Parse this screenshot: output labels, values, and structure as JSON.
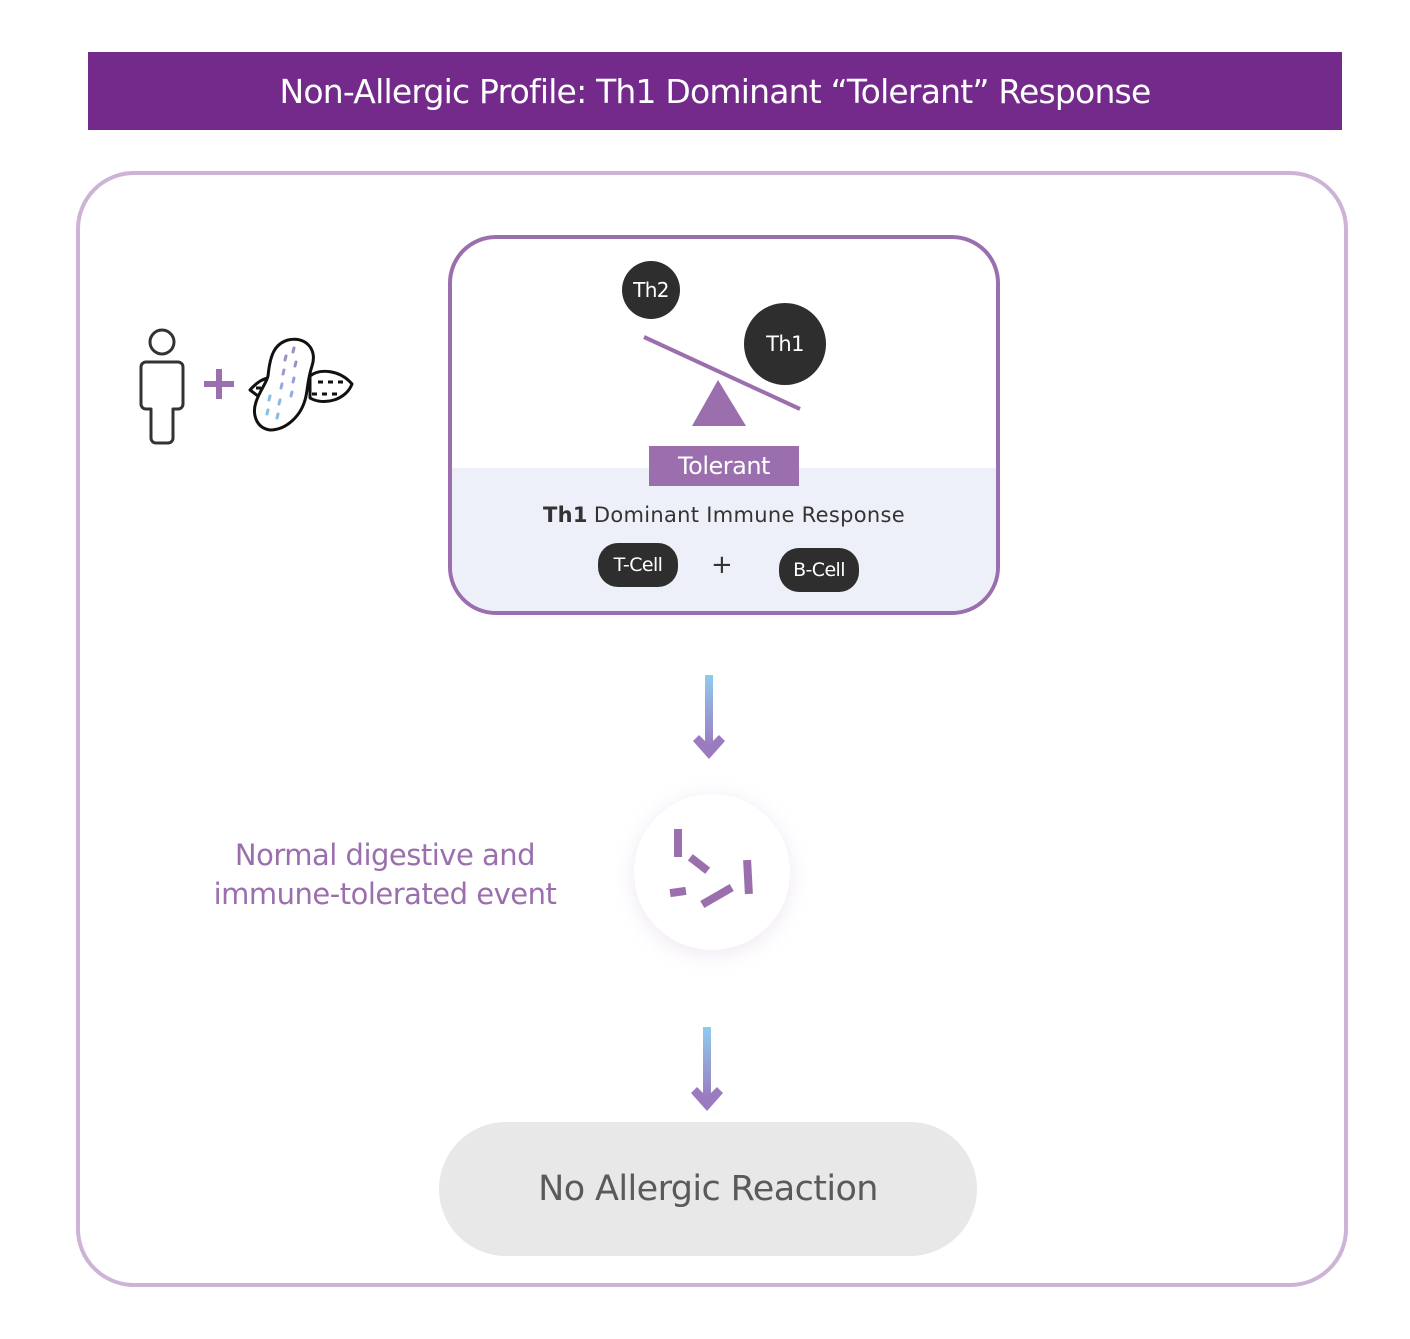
{
  "title": "Non-Allergic Profile: Th1 Dominant “Tolerant” Response",
  "colors": {
    "title_bar": "#732a8b",
    "outer_border": "#cdb4d6",
    "accent_purple": "#9b6fad",
    "dark_node": "#2e2e2e",
    "lower_panel": "#eef0f9",
    "result_bg": "#e8e8e8",
    "arrow_top": "#8ecbee",
    "arrow_bottom": "#9b7bc0"
  },
  "input": {
    "person_icon": "person-icon",
    "operator": "+",
    "allergen_icon": "peanut-icon"
  },
  "balance": {
    "light_side": "Th2",
    "heavy_side": "Th1",
    "state_label": "Tolerant",
    "response": {
      "bold": "Th1",
      "text": "Dominant Immune Response"
    },
    "cells": [
      "T-Cell",
      "B-Cell"
    ],
    "cells_operator": "+"
  },
  "middle_step": {
    "label": "Normal digestive and immune-tolerated event",
    "icon": "digested-fragments-icon"
  },
  "outcome": "No Allergic Reaction"
}
